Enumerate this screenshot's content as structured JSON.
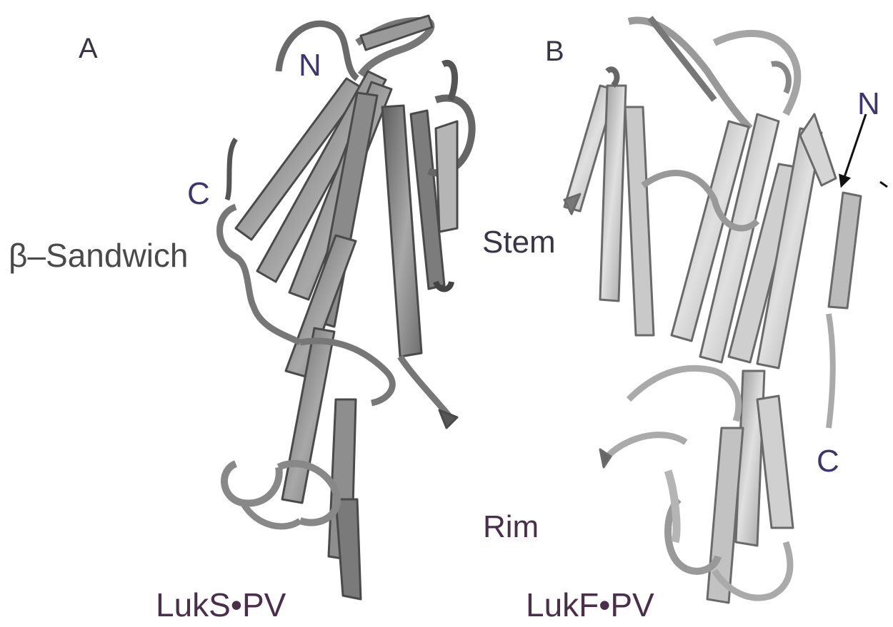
{
  "panels": {
    "a": {
      "letter": "A",
      "n_terminus": "N",
      "c_terminus": "C",
      "domain_label": "β–Sandwich",
      "protein_name": "LukS•PV"
    },
    "b": {
      "letter": "B",
      "n_terminus": "N",
      "c_terminus": "C",
      "stem_label": "Stem",
      "rim_label": "Rim",
      "protein_name": "LukF•PV"
    }
  },
  "colors": {
    "ribbon_dark": "#7c7c7c",
    "ribbon_light": "#c8c8c8",
    "ribbon_edge": "#4a4a4a",
    "label_text": "#3a3545"
  }
}
